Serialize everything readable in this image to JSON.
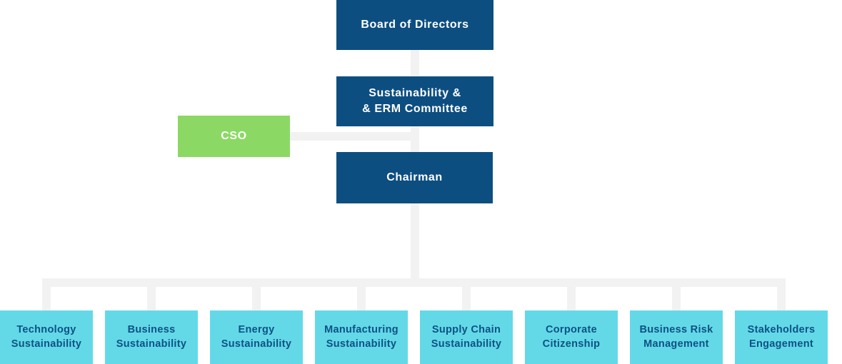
{
  "colors": {
    "navy": "#0d4e81",
    "green": "#8bd964",
    "cyan": "#63d9e8",
    "cyan_text": "#0d5283",
    "line": "#f2f2f2"
  },
  "nodes": {
    "board": {
      "label": "Board of Directors"
    },
    "committee": {
      "label": "Sustainability &\n& ERM Committee"
    },
    "cso": {
      "label": "CSO"
    },
    "chairman": {
      "label": "Chairman"
    }
  },
  "departments": [
    {
      "label": "Technology Sustainability"
    },
    {
      "label": "Business Sustainability"
    },
    {
      "label": "Energy Sustainability"
    },
    {
      "label": "Manufacturing Sustainability"
    },
    {
      "label": "Supply Chain Sustainability"
    },
    {
      "label": "Corporate Citizenship"
    },
    {
      "label": "Business Risk Management"
    },
    {
      "label": "Stakeholders Engagement"
    }
  ]
}
